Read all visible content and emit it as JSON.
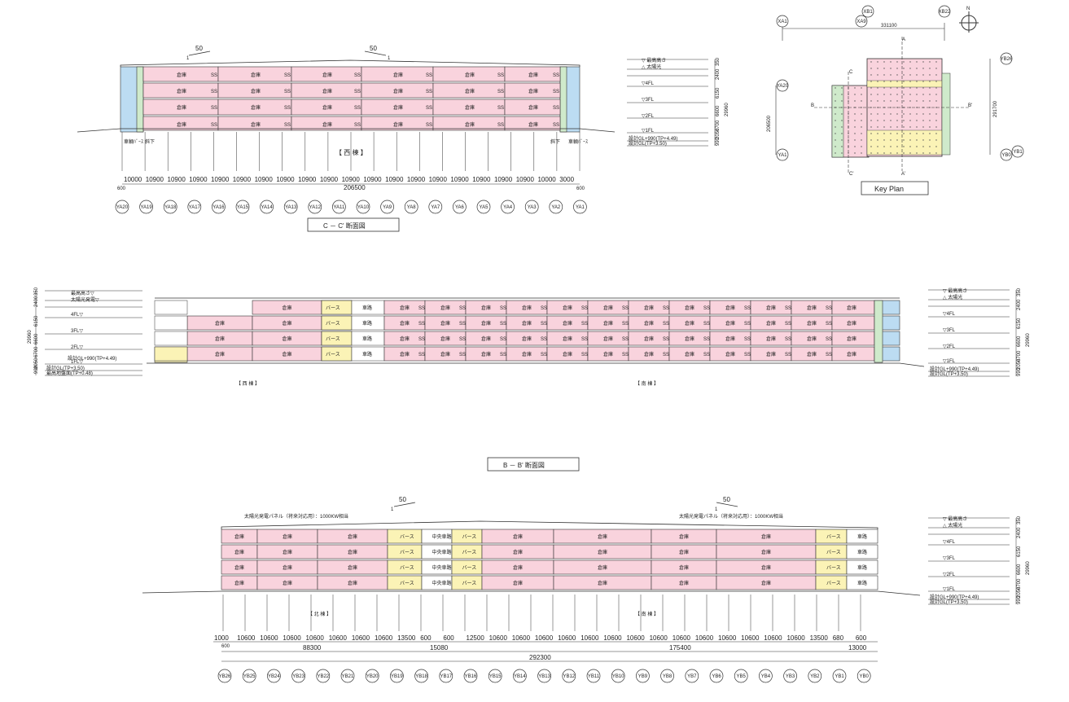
{
  "sectionCC": {
    "title": "C － C' 断面図",
    "building_label": "【 西 棟 】",
    "slope_labels": [
      "50",
      "50"
    ],
    "slope_ones": [
      "1",
      "1"
    ],
    "spans": [
      "10000",
      "10900",
      "10900",
      "10900",
      "10900",
      "10900",
      "10900",
      "10900",
      "10900",
      "10900",
      "10900",
      "10900",
      "10900",
      "10900",
      "10900",
      "10900",
      "10900",
      "10900",
      "10900",
      "10000",
      "3000"
    ],
    "total": "206500",
    "edge_left": "600",
    "edge_right": "600",
    "grid": [
      "YA20",
      "YA19",
      "YA18",
      "YA17",
      "YA16",
      "YA15",
      "YA14",
      "YA13",
      "YA12",
      "YA11",
      "YA10",
      "YA9",
      "YA8",
      "YA7",
      "YA6",
      "YA5",
      "YA4",
      "YA3",
      "YA2",
      "YA1"
    ],
    "room": "倉庫",
    "ss": "SS",
    "left_note": "車輌ﾊﾞｰｽ",
    "down_note": "斜下",
    "levels": {
      "dims": [
        "350",
        "2400",
        "6150",
        "6600",
        "6700",
        "2050",
        "990"
      ],
      "total": "29960"
    }
  },
  "keyplan": {
    "title": "Key Plan",
    "top_grid": [
      "XA1",
      "XA9",
      "XB1",
      "XB22"
    ],
    "left_grid": [
      "YA20",
      "YA1"
    ],
    "right_grid": [
      "YB26",
      "YB0",
      "YB1"
    ],
    "dim_top": "331100",
    "dim_left": "206500",
    "dim_right": "291700",
    "cut_marks": [
      "A",
      "A'",
      "B",
      "B'",
      "C",
      "C'"
    ],
    "north": "N"
  },
  "sectionBB": {
    "title": "B － B' 断面図",
    "west_label": "【 西 棟 】",
    "south_label": "【 南 棟 】",
    "room": "倉庫",
    "berth": "バース",
    "road": "車路",
    "ss": "SS",
    "left_levels": {
      "labels": [
        "最高高さ▽",
        "太陽光発電▽",
        "4FL▽",
        "3FL▽",
        "2FL▽",
        "1FL▽"
      ],
      "dims": [
        "350",
        "2400",
        "6150",
        "6600",
        "6700",
        "2050",
        "990"
      ],
      "total": "29960"
    },
    "left_notes": [
      "設計GL+990(TP+4.49)",
      "設計GL(TP+3.50)",
      "最高地盤面(TP+0.48)"
    ]
  },
  "sectionAA": {
    "north_label": "【 北 棟 】",
    "south_label": "【 南 棟 】",
    "solar_left": "太陽光発電パネル（将来対応用）：1000KW相当",
    "solar_right": "太陽光発電パネル（将来対応用）：1000KW相当",
    "slope_labels": [
      "50",
      "50"
    ],
    "slope_ones": [
      "1",
      "1"
    ],
    "room": "倉庫",
    "berth": "バース",
    "road": "車路",
    "central_road": "中央車路",
    "spans": [
      "1000",
      "10600",
      "10600",
      "10600",
      "10600",
      "10600",
      "10600",
      "10600",
      "13500",
      "600",
      "600",
      "12500",
      "10600",
      "10600",
      "10600",
      "10600",
      "10600",
      "10600",
      "10600",
      "10600",
      "10600",
      "10600",
      "10600",
      "10600",
      "10600",
      "10600",
      "13500",
      "680",
      "600"
    ],
    "sub_totals": [
      "88300",
      "15080",
      "175400",
      "13000"
    ],
    "total": "292300",
    "edge_left": "600",
    "grid": [
      "YB26",
      "YB25",
      "YB24",
      "YB23",
      "YB22",
      "YB21",
      "YB20",
      "YB19",
      "YB18",
      "YB17",
      "YB16",
      "YB15",
      "YB14",
      "YB13",
      "YB12",
      "YB11",
      "YB10",
      "YB9",
      "YB8",
      "YB7",
      "YB6",
      "YB5",
      "YB4",
      "YB3",
      "YB2",
      "YB1",
      "YB0"
    ]
  },
  "colors": {
    "pink": "#f9d3dd",
    "yellow": "#fbf3b6",
    "green": "#cfeacb",
    "blue": "#bcdcf2",
    "line": "#333333"
  }
}
